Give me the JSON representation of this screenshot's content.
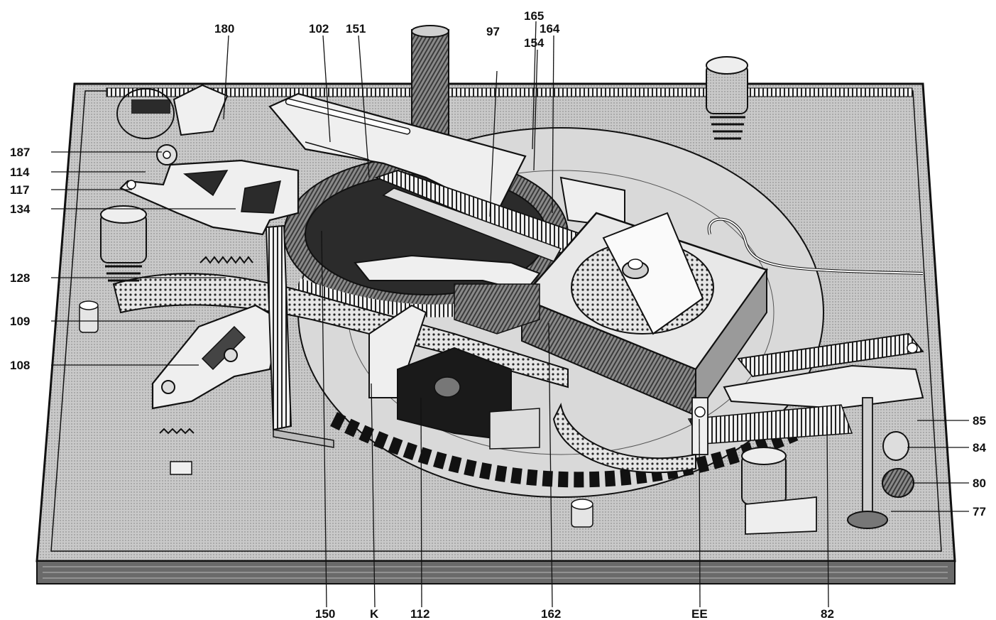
{
  "callouts": {
    "c180": "180",
    "c102": "102",
    "c151": "151",
    "c165": "165",
    "c97": "97",
    "c154": "154",
    "c164": "164",
    "c187": "187",
    "c114": "114",
    "c117": "117",
    "c134": "134",
    "c128": "128",
    "c109": "109",
    "c108": "108",
    "c85": "85",
    "c84": "84",
    "c80": "80",
    "c77": "77",
    "c150": "150",
    "cK": "K",
    "c112": "112",
    "c162": "162",
    "cEE": "EE",
    "c82": "82"
  },
  "colors": {
    "ink": "#111111",
    "plate_fill": "#bdbdbd",
    "platter_fill": "#d9d9d9",
    "metal_fill": "#efefef",
    "paper": "#ffffff"
  }
}
